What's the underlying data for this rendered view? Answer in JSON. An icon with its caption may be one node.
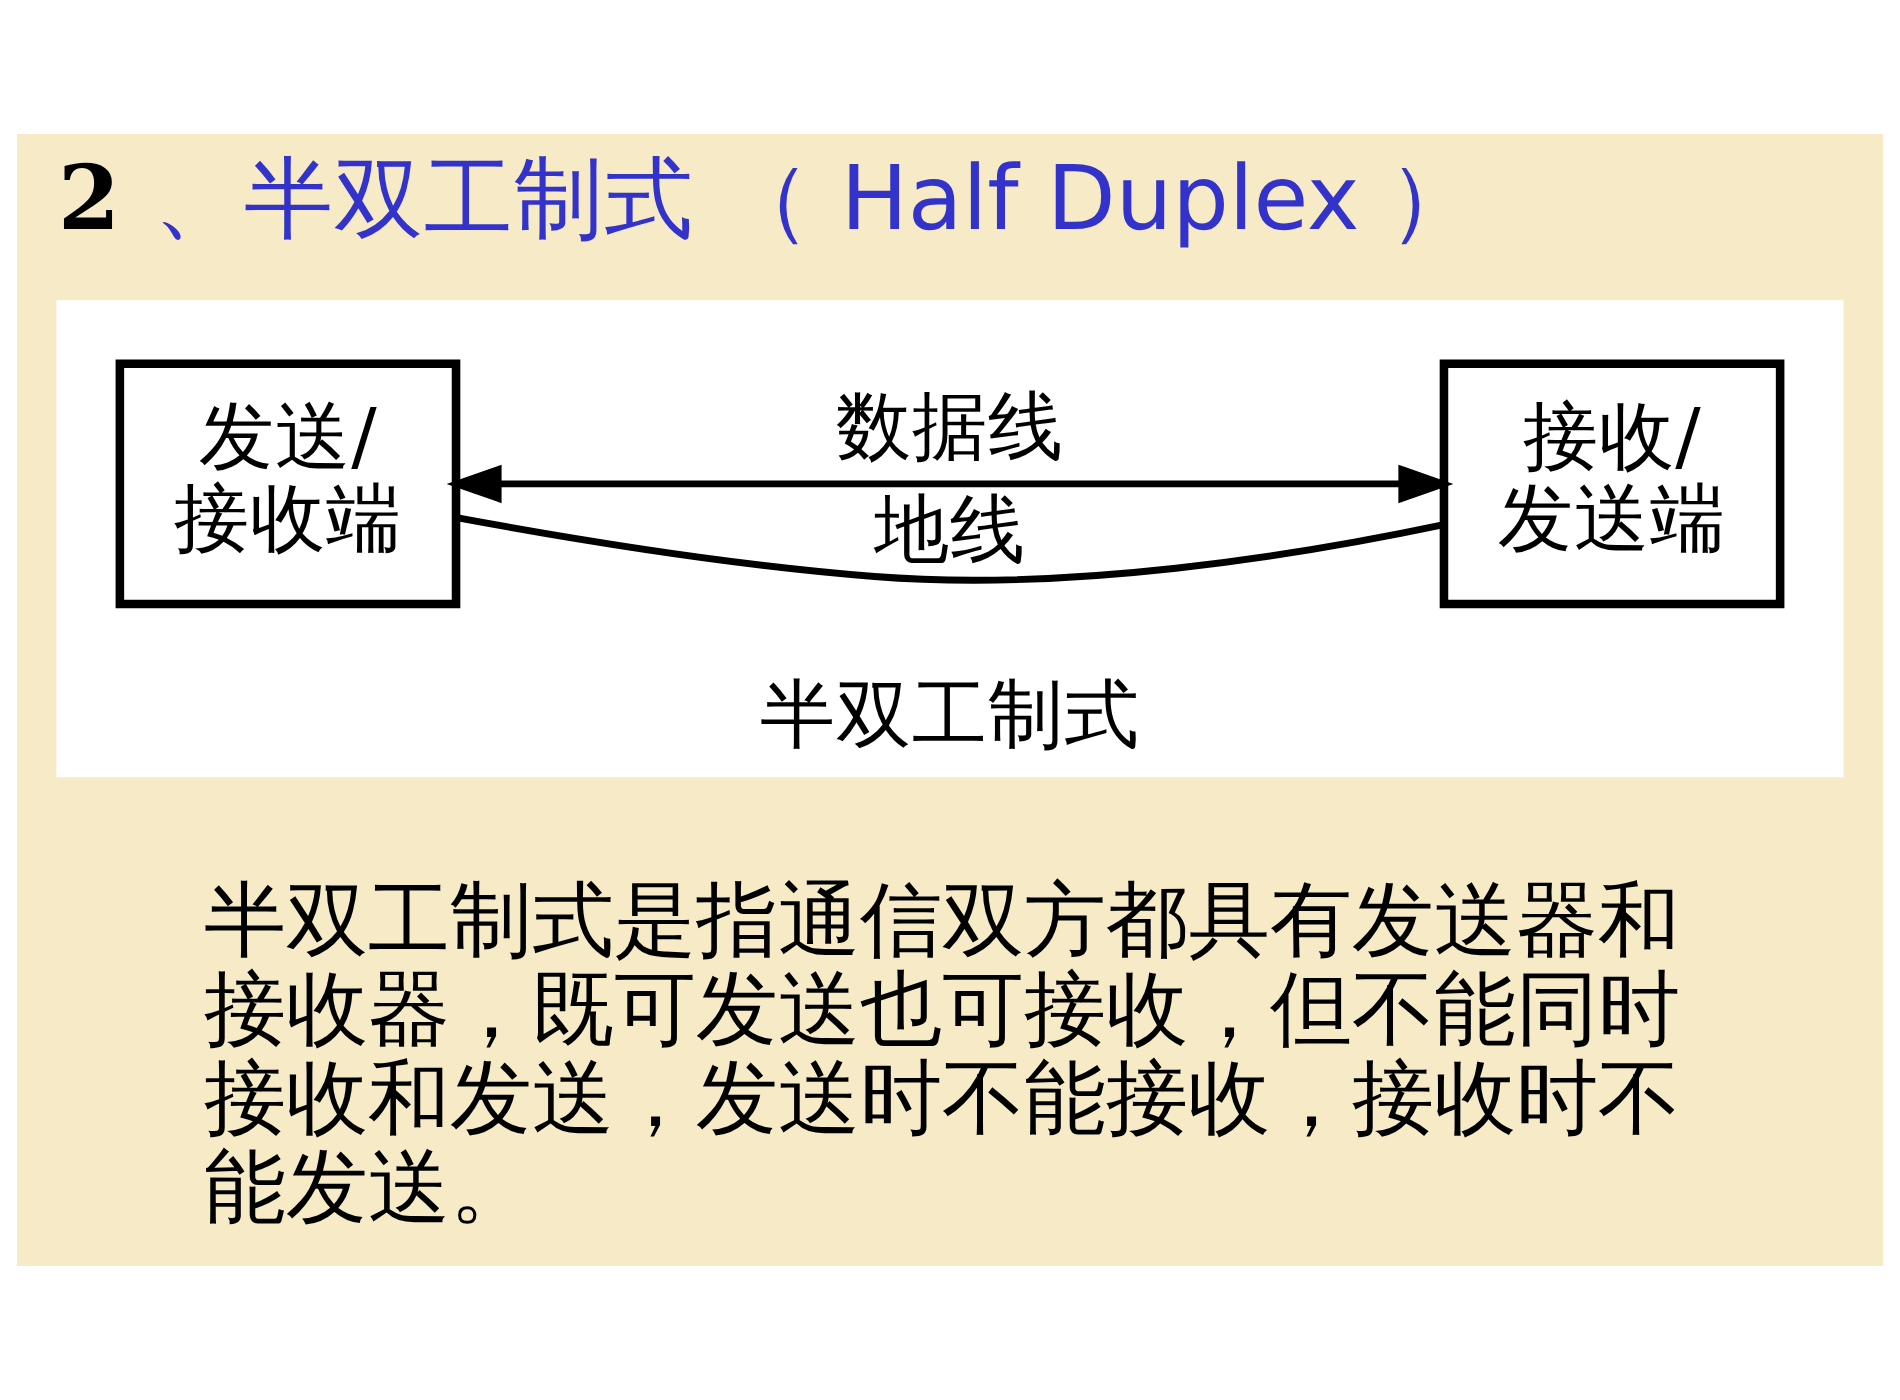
{
  "diagram": {
    "title": "2 、半双工制式 （ Half Duplex ）",
    "nodes": [
      {
        "text": [
          "半双工制式"
        ]
      },
      {
        "text": [
          "发送/接收端"
        ],
        "in": 0
      },
      {
        "text": [
          "接收/发送端"
        ],
        "in": 0
      }
    ],
    "edges": [
      {
        "from": 1,
        "to": 2,
        "arrow": "both",
        "label": "数据线"
      },
      {
        "from": 1,
        "to": 2,
        "arrow": "none",
        "label": "地线"
      }
    ],
    "labels": [
      "半双工制式是指通信双方都具有发送器和接收器，既可发送也可接收，但不能同时接收和发送，发送时不能接收，接收时不能发送。"
    ]
  }
}
